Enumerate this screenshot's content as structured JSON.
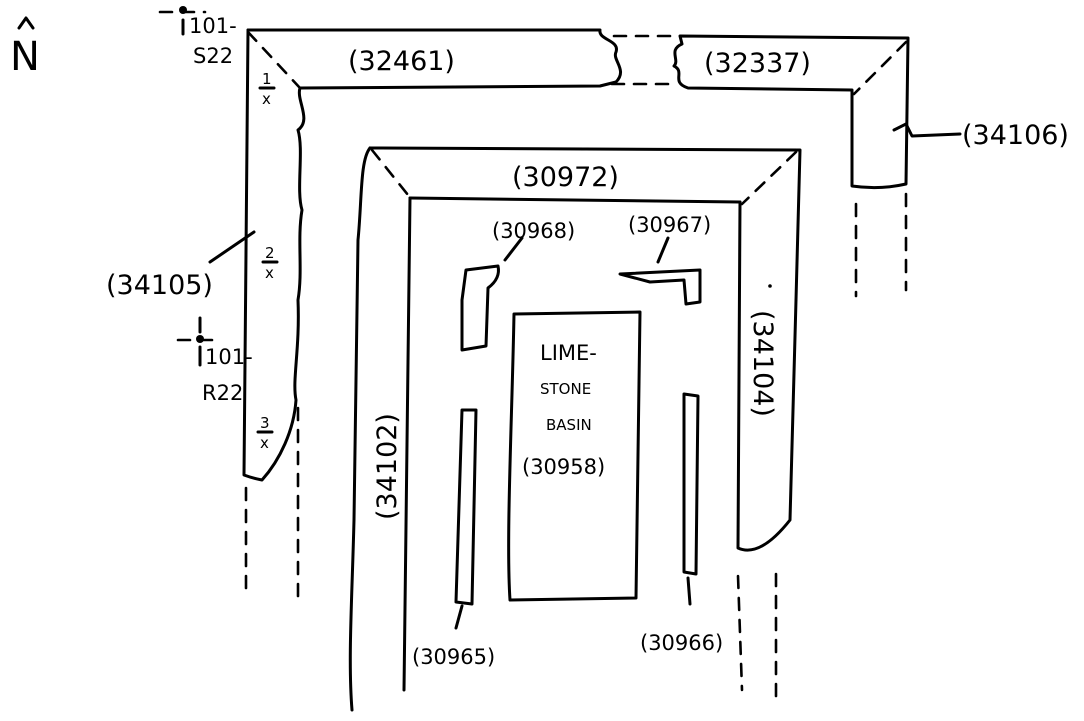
{
  "north": {
    "label": "N"
  },
  "contexts": {
    "wall_32461": "(32461)",
    "wall_32337": "(32337)",
    "wall_34106": "(34106)",
    "wall_30972": "(30972)",
    "wall_34105": "(34105)",
    "wall_34102": "(34102)",
    "wall_34104": "(34104)",
    "feature_30968": "(30968)",
    "feature_30967": "(30967)",
    "feature_30965": "(30965)",
    "feature_30966": "(30966)"
  },
  "basin": {
    "line1": "LIME-",
    "line2": "STONE",
    "line3": "BASIN",
    "context": "(30958)"
  },
  "grid_points": {
    "top_number": "101-",
    "top_code": "S22",
    "mid_number": "101-",
    "mid_code": "R22"
  },
  "section_marks": [
    {
      "num": "1",
      "den": "x"
    },
    {
      "num": "2",
      "den": "x"
    },
    {
      "num": "3",
      "den": "x"
    }
  ]
}
